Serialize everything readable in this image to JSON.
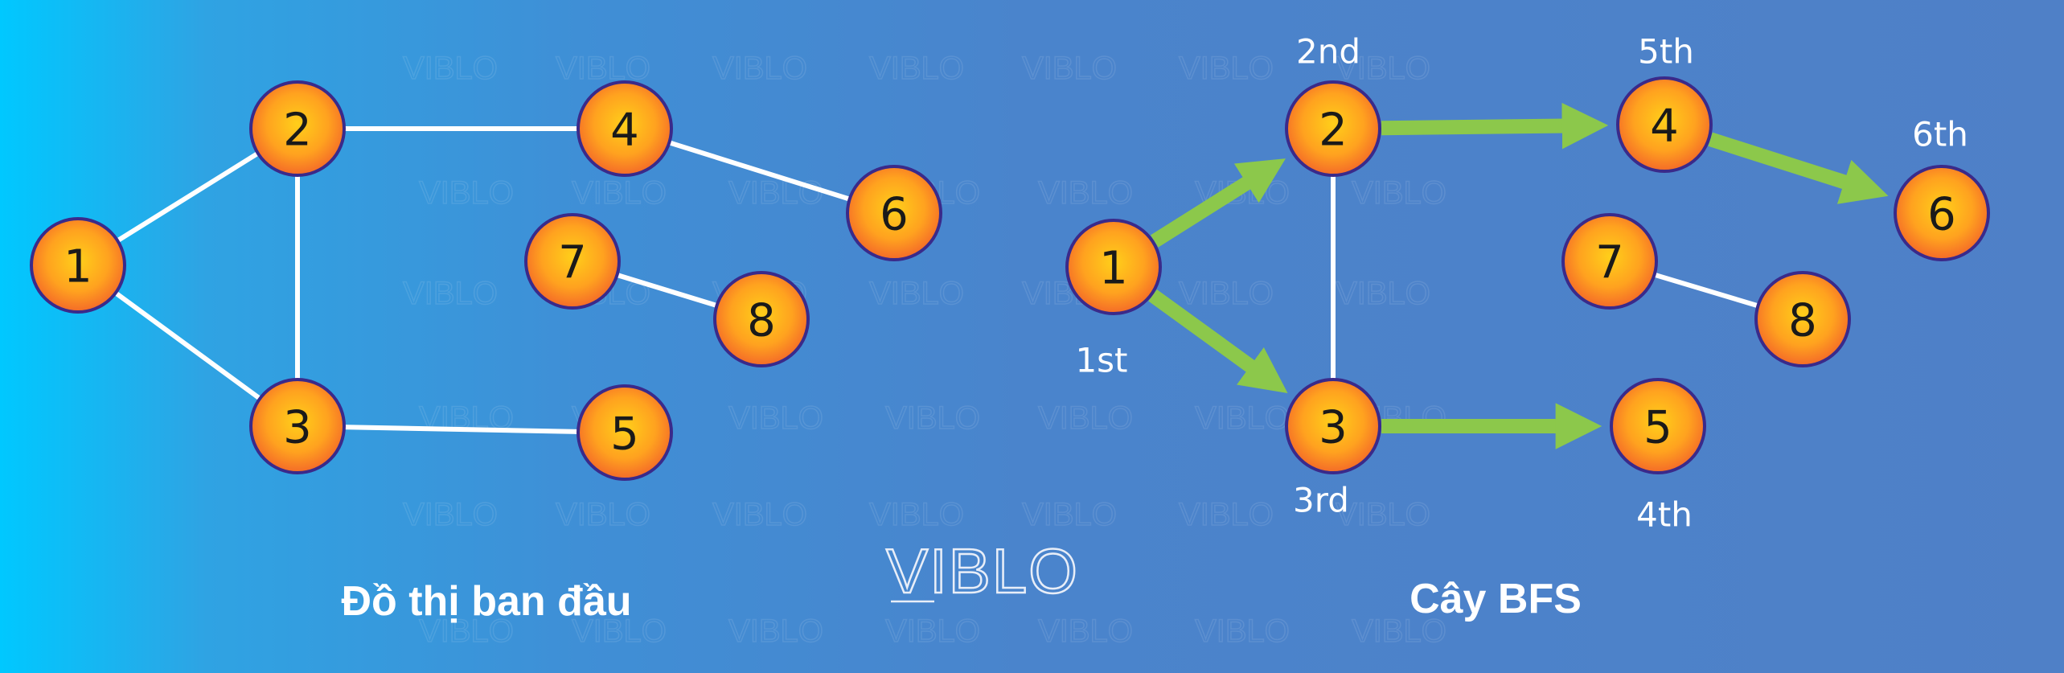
{
  "logo": {
    "text": "VIBLO"
  },
  "watermark": {
    "text": "VIBLO"
  },
  "captions": {
    "left": "Đồ thị ban đầu",
    "right": "Cây BFS"
  },
  "colors": {
    "edge": "#ffffff",
    "tree_edge": "#8cc84b",
    "node_fill_center": "#ffcf1a",
    "node_fill_edge": "#f46a28",
    "node_stroke": "#3a2a8a"
  },
  "original_graph": {
    "nodes": [
      "1",
      "2",
      "3",
      "4",
      "5",
      "6",
      "7",
      "8"
    ],
    "edges": [
      [
        "1",
        "2"
      ],
      [
        "1",
        "3"
      ],
      [
        "2",
        "3"
      ],
      [
        "2",
        "4"
      ],
      [
        "3",
        "5"
      ],
      [
        "4",
        "6"
      ],
      [
        "7",
        "8"
      ]
    ]
  },
  "bfs_tree": {
    "nodes": [
      "1",
      "2",
      "3",
      "4",
      "5",
      "6",
      "7",
      "8"
    ],
    "tree_edges": [
      [
        "1",
        "2"
      ],
      [
        "1",
        "3"
      ],
      [
        "2",
        "4"
      ],
      [
        "3",
        "5"
      ],
      [
        "4",
        "6"
      ]
    ],
    "other_edges": [
      [
        "2",
        "3"
      ],
      [
        "7",
        "8"
      ]
    ],
    "visit_order": {
      "1": "1st",
      "2": "2nd",
      "3": "3rd",
      "4": "5th",
      "5": "4th",
      "6": "6th"
    }
  }
}
